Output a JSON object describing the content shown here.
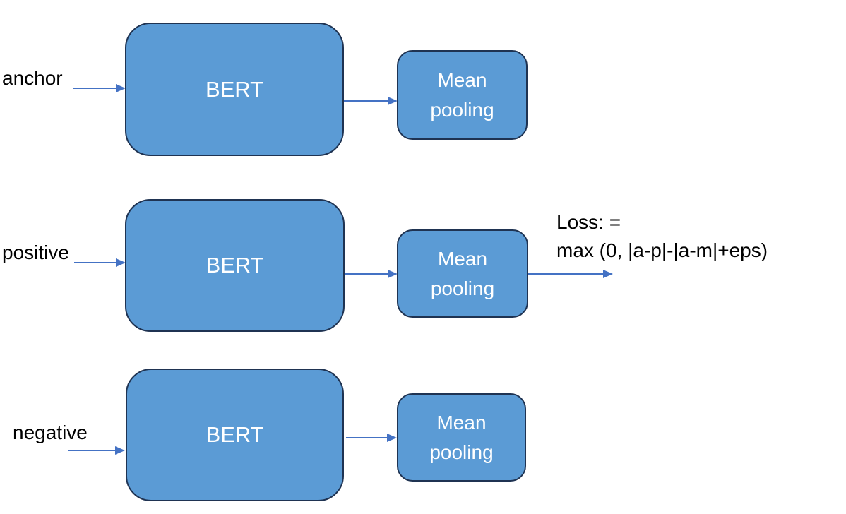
{
  "colors": {
    "background": "#FFFFFF",
    "box-fill": "#5B9BD5",
    "box-border": "#1F3352",
    "box-text": "#FFFFFF",
    "label-text": "#000000",
    "arrow-color": "#4472C4"
  },
  "rows": [
    {
      "label": "anchor",
      "encoder_label": "BERT",
      "pooling_label": "Mean\npooling"
    },
    {
      "label": "positive",
      "encoder_label": "BERT",
      "pooling_label": "Mean\npooling"
    },
    {
      "label": "negative",
      "encoder_label": "BERT",
      "pooling_label": "Mean\npooling"
    }
  ],
  "loss": {
    "text": "Loss: =\nmax (0,  |a-p|-|a-m|+eps)"
  }
}
